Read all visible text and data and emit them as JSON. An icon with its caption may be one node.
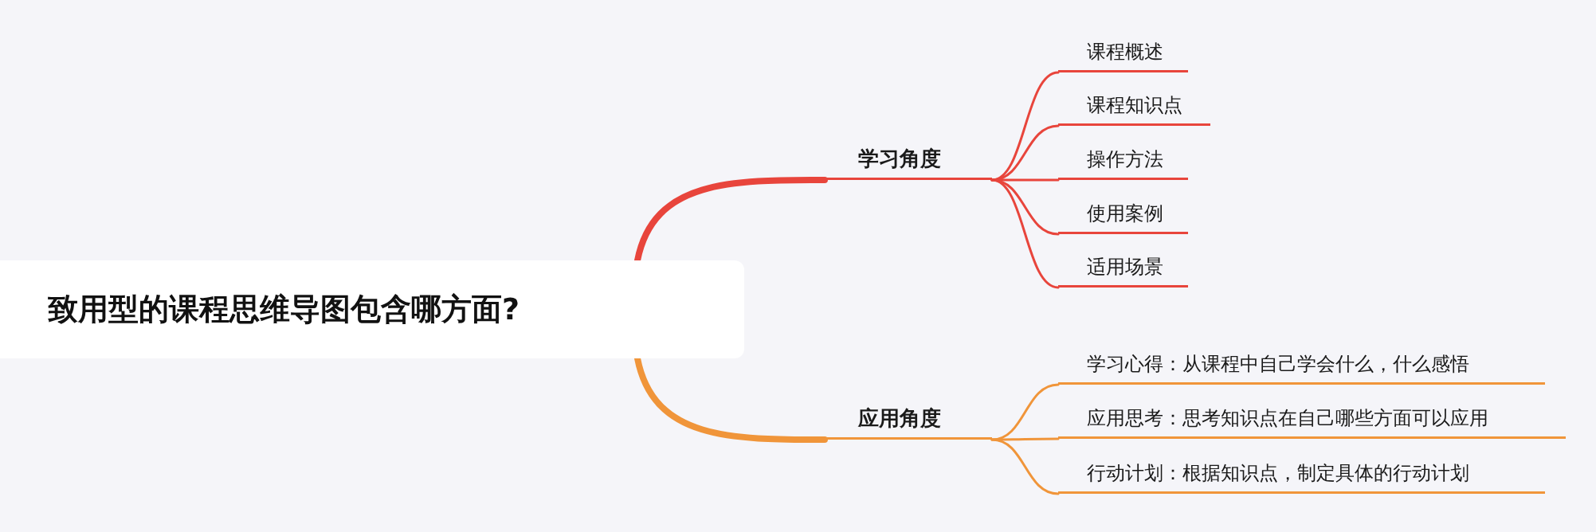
{
  "diagram": {
    "nodes": [
      {
        "text": [
          "致用型的课程思维导图包含哪方面?"
        ]
      },
      {
        "text": [
          "学习角度"
        ]
      },
      {
        "text": [
          "课程概述"
        ]
      },
      {
        "text": [
          "课程知识点"
        ]
      },
      {
        "text": [
          "操作方法"
        ]
      },
      {
        "text": [
          "使用案例"
        ]
      },
      {
        "text": [
          "适用场景"
        ]
      },
      {
        "text": [
          "应用角度"
        ]
      },
      {
        "text": [
          "学习心得：从课程中自己学会什么，什么感悟"
        ]
      },
      {
        "text": [
          "应用思考：思考知识点在自己哪些方面可以应用"
        ]
      },
      {
        "text": [
          "行动计划：根据知识点，制定具体的行动计划"
        ]
      }
    ],
    "edges": [
      {
        "from": 0,
        "to": 1,
        "arrow": "none",
        "style": "thick"
      },
      {
        "from": 1,
        "to": 2,
        "arrow": "none"
      },
      {
        "from": 1,
        "to": 3,
        "arrow": "none"
      },
      {
        "from": 1,
        "to": 4,
        "arrow": "none"
      },
      {
        "from": 1,
        "to": 5,
        "arrow": "none"
      },
      {
        "from": 1,
        "to": 6,
        "arrow": "none"
      },
      {
        "from": 0,
        "to": 7,
        "arrow": "none",
        "style": "thick",
        "color": "#f0953a"
      },
      {
        "from": 7,
        "to": 8,
        "arrow": "none",
        "color": "#f0953a"
      },
      {
        "from": 7,
        "to": 9,
        "arrow": "none",
        "color": "#f0953a"
      },
      {
        "from": 7,
        "to": 10,
        "arrow": "none",
        "color": "#f0953a"
      }
    ]
  }
}
